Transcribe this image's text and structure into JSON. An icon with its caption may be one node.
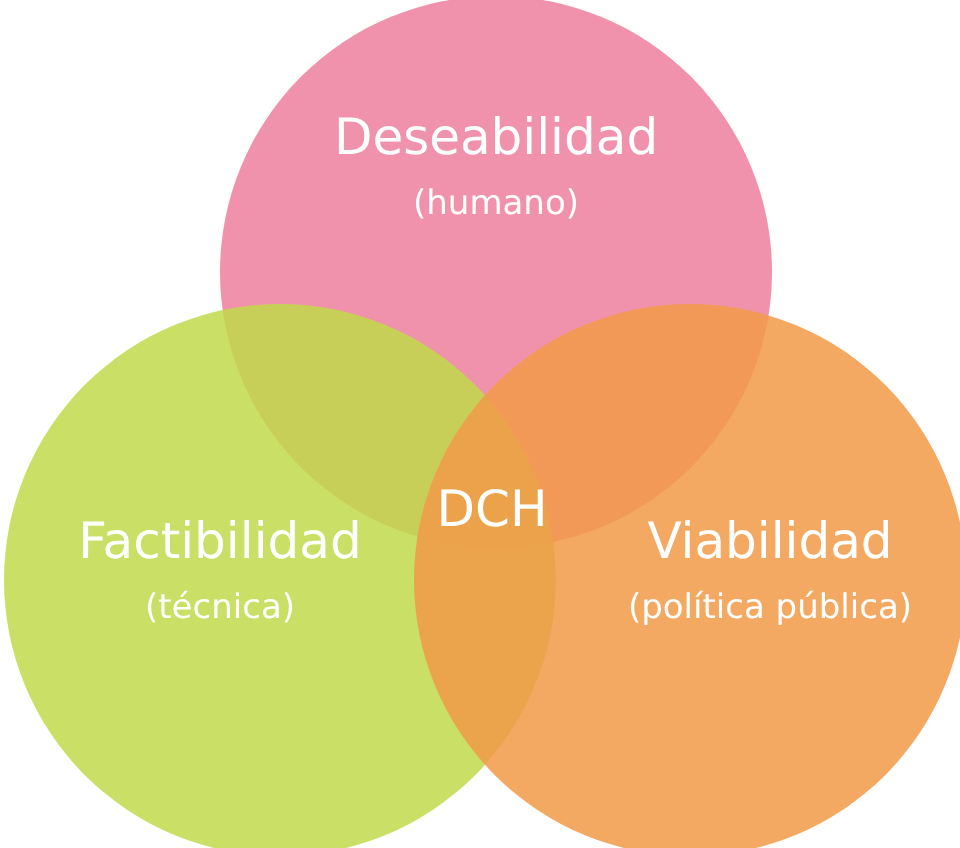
{
  "diagram": {
    "nodes": [
      {
        "text": [
          "Deseabilidad",
          "(humano)"
        ]
      },
      {
        "text": [
          "Factibilidad",
          "(técnica)"
        ]
      },
      {
        "text": [
          "Viabilidad",
          "(política pública)"
        ]
      }
    ],
    "labels": [
      "DCH"
    ]
  }
}
